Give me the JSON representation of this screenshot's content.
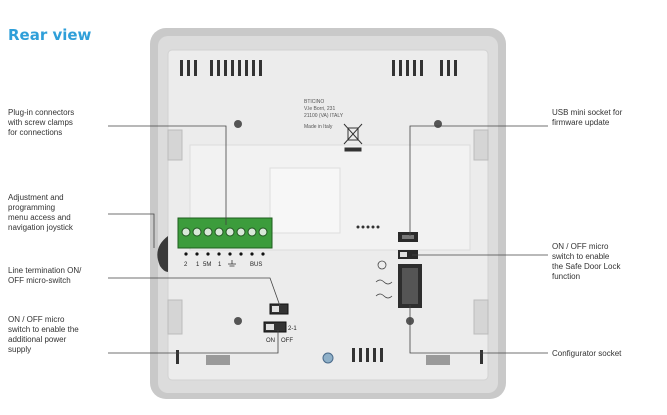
{
  "title": "Rear view",
  "device_label": {
    "line1": "BTICINO",
    "line2": "V.le Borri, 231",
    "line3": "21100 (VA) ITALY",
    "line4": "Made in Italy"
  },
  "terminal_labels": {
    "t2": "2",
    "t1": "1",
    "t5m": "5M",
    "t1b": "1",
    "tbus": "BUS"
  },
  "switch_labels": {
    "on": "ON",
    "off": "OFF",
    "pos": "2-1"
  },
  "callouts": {
    "plugin_connectors": "Plug-in connectors\nwith screw clamps\nfor connections",
    "joystick": "Adjustment and\nprogramming\nmenu access and\nnavigation joystick",
    "line_termination": "Line termination ON/\nOFF micro-switch",
    "power_supply": "ON / OFF micro\nswitch to enable the\nadditional power\nsupply",
    "usb": "USB mini socket for\nfirmware update",
    "safe_door": "ON / OFF micro\nswitch to enable\nthe Safe Door Lock\nfunction",
    "configurator": "Configurator socket"
  },
  "colors": {
    "title": "#2f9fd9",
    "frame": "#c8c8c8",
    "body": "#e9e9e9",
    "terminal_block": "#3c9c3c"
  }
}
